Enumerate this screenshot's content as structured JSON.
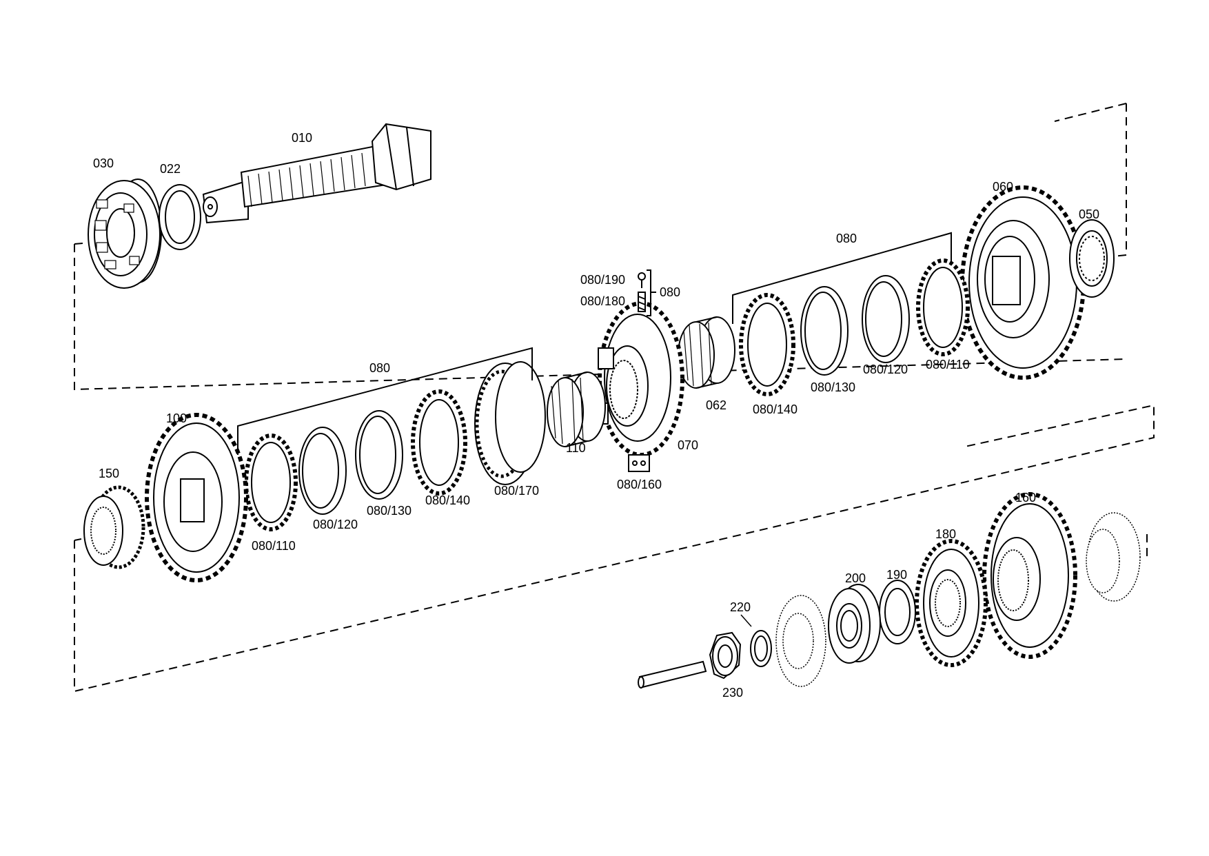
{
  "labels": {
    "p010": "010",
    "p030": "030",
    "p022": "022",
    "p060": "060",
    "p050": "050",
    "g080_upper": "080",
    "p080_190": "080/190",
    "p080_180": "080/180",
    "g080_pin": "080",
    "p080_110_upper": "080/110",
    "p080_120_upper": "080/120",
    "p080_130_upper": "080/130",
    "p080_140_upper": "080/140",
    "p062": "062",
    "p070": "070",
    "p080_160": "080/160",
    "p110": "110",
    "g080_lower": "080",
    "p080_170": "080/170",
    "p080_140_lower": "080/140",
    "p080_130_lower": "080/130",
    "p080_120_lower": "080/120",
    "p080_110_lower": "080/110",
    "p100": "100",
    "p150": "150",
    "p160": "160",
    "p180": "180",
    "p190": "190",
    "p200": "200",
    "p220": "220",
    "p230": "230"
  },
  "colors": {
    "ink": "#000000",
    "paper": "#ffffff"
  }
}
